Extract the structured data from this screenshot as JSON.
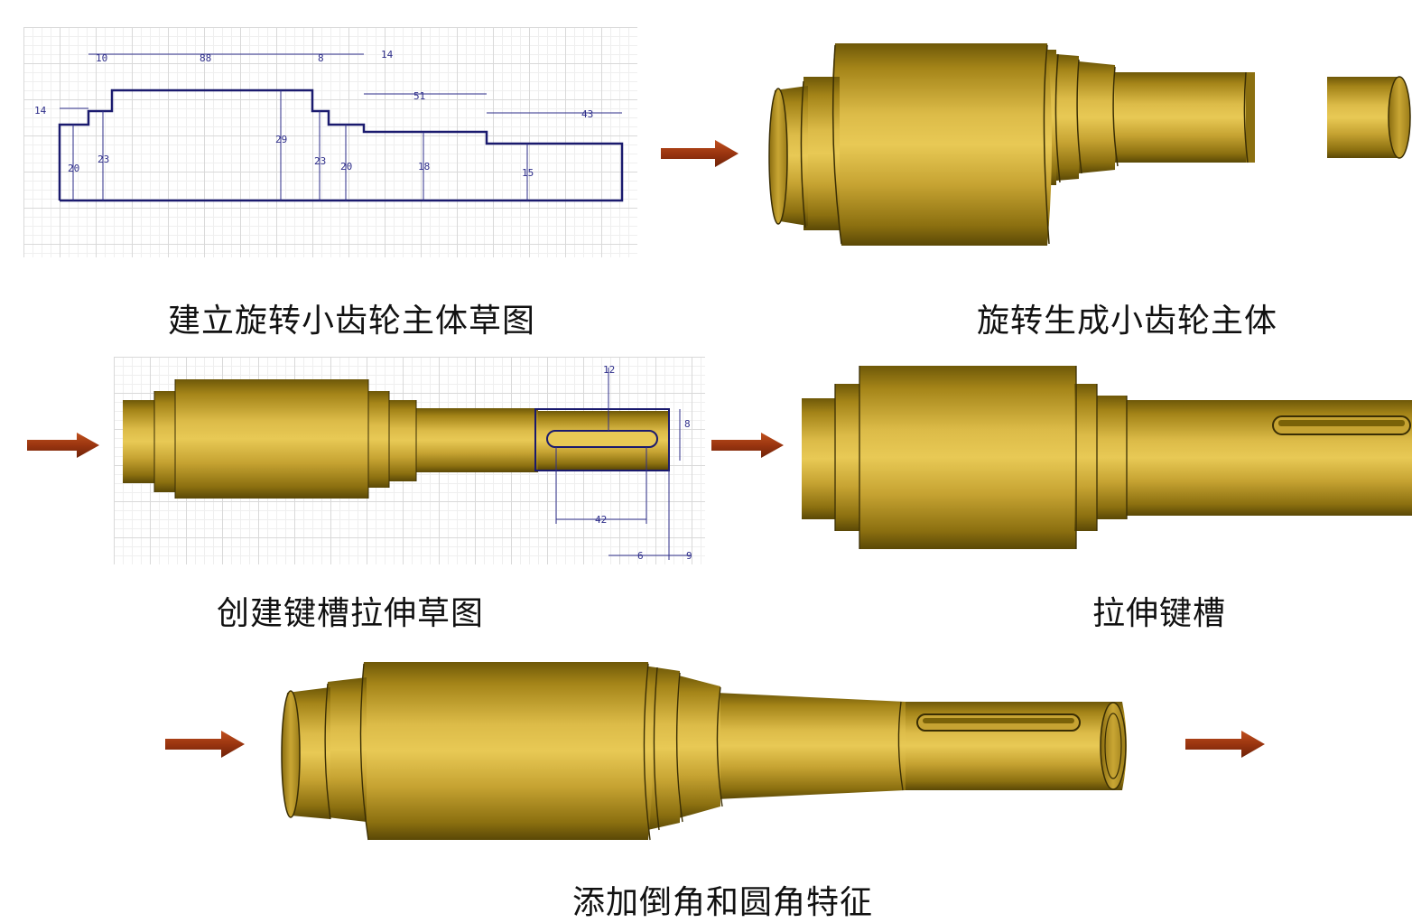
{
  "captions": {
    "step1": "建立旋转小齿轮主体草图",
    "step2": "旋转生成小齿轮主体",
    "step3": "创建键槽拉伸草图",
    "step4": "拉伸键槽",
    "step5": "添加倒角和圆角特征"
  },
  "sketch1_dims": {
    "d14_left": "14",
    "d10": "10",
    "d88": "88",
    "d8": "8",
    "d14_top": "14",
    "d51": "51",
    "d43": "43",
    "v20a": "20",
    "v23a": "23",
    "v29": "29",
    "v23b": "23",
    "v20b": "20",
    "v18": "18",
    "v15": "15"
  },
  "sketch2_dims": {
    "d12": "12",
    "d42": "42",
    "d6": "6",
    "d9": "9",
    "d8v": "8"
  },
  "colors": {
    "sketch_line": "#1a1a6e",
    "gold_light": "#e0c050",
    "gold_mid": "#b8941f",
    "gold_dark": "#6e5808",
    "arrow": "#a0380f"
  }
}
